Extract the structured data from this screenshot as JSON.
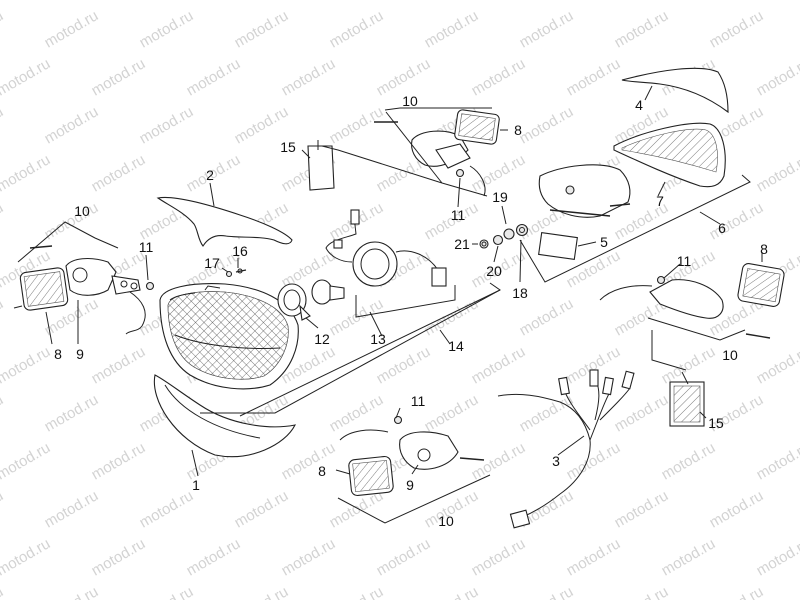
{
  "watermark": "motod.ru",
  "callouts": [
    "1",
    "2",
    "3",
    "4",
    "5",
    "6",
    "7",
    "8",
    "9",
    "10",
    "11",
    "12",
    "13",
    "14",
    "15",
    "16",
    "17",
    "18",
    "19",
    "20",
    "21"
  ]
}
